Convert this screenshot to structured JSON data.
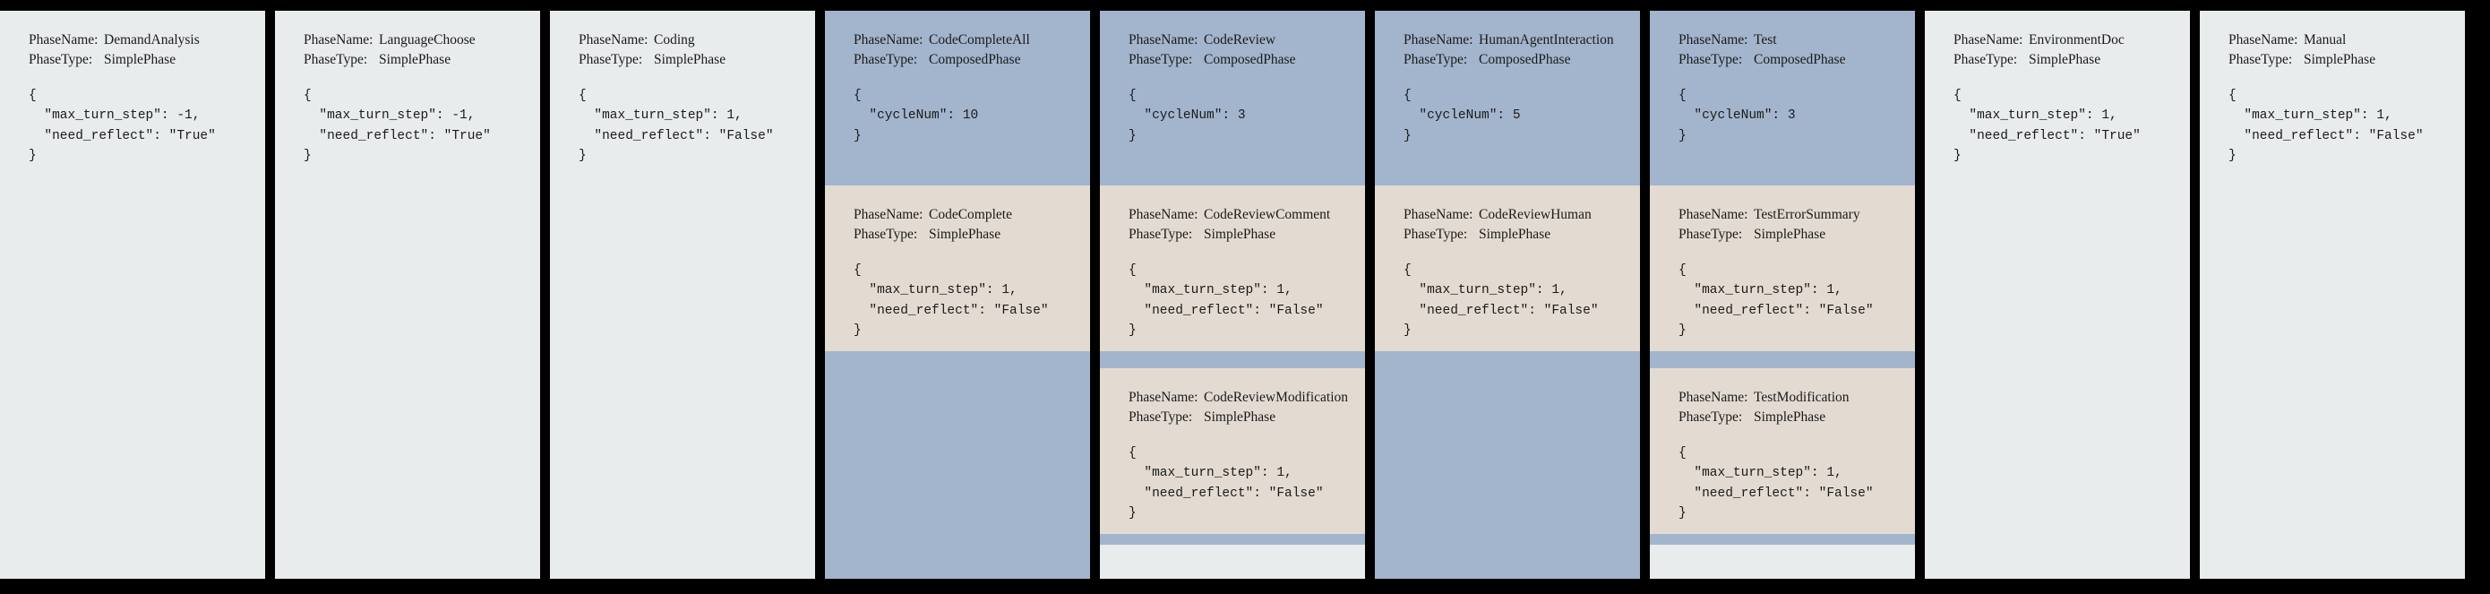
{
  "labels": {
    "phase_name_key": "PhaseName:",
    "phase_type_key": "PhaseType:"
  },
  "colors": {
    "background": "#000000",
    "simple_phase_card": "#e8ecec",
    "composed_phase_header": "#a3b4cd",
    "sub_phase_card": "#e3dbd1",
    "text": "#1a1a1a"
  },
  "columns": [
    {
      "kind": "simple",
      "name": "DemandAnalysis",
      "type": "SimplePhase",
      "json": [
        "{",
        "  \"max_turn_step\": -1,",
        "  \"need_reflect\": \"True\"",
        "}"
      ]
    },
    {
      "kind": "simple",
      "name": "LanguageChoose",
      "type": "SimplePhase",
      "json": [
        "{",
        "  \"max_turn_step\": -1,",
        "  \"need_reflect\": \"True\"",
        "}"
      ]
    },
    {
      "kind": "simple",
      "name": "Coding",
      "type": "SimplePhase",
      "json": [
        "{",
        "  \"max_turn_step\": 1,",
        "  \"need_reflect\": \"False\"",
        "}"
      ]
    },
    {
      "kind": "composed",
      "name": "CodeCompleteAll",
      "type": "ComposedPhase",
      "json": [
        "{",
        "  \"cycleNum\": 10",
        "}"
      ],
      "subphases": [
        {
          "name": "CodeComplete",
          "type": "SimplePhase",
          "json": [
            "{",
            "  \"max_turn_step\": 1,",
            "  \"need_reflect\": \"False\"",
            "}"
          ]
        }
      ]
    },
    {
      "kind": "composed",
      "name": "CodeReview",
      "type": "ComposedPhase",
      "json": [
        "{",
        "  \"cycleNum\": 3",
        "}"
      ],
      "subphases": [
        {
          "name": "CodeReviewComment",
          "type": "SimplePhase",
          "json": [
            "{",
            "  \"max_turn_step\": 1,",
            "  \"need_reflect\": \"False\"",
            "}"
          ]
        },
        {
          "name": "CodeReviewModification",
          "type": "SimplePhase",
          "json": [
            "{",
            "  \"max_turn_step\": 1,",
            "  \"need_reflect\": \"False\"",
            "}"
          ]
        }
      ]
    },
    {
      "kind": "composed",
      "name": "HumanAgentInteraction",
      "type": "ComposedPhase",
      "json": [
        "{",
        "  \"cycleNum\": 5",
        "}"
      ],
      "subphases": [
        {
          "name": "CodeReviewHuman",
          "type": "SimplePhase",
          "json": [
            "{",
            "  \"max_turn_step\": 1,",
            "  \"need_reflect\": \"False\"",
            "}"
          ]
        }
      ]
    },
    {
      "kind": "composed",
      "name": "Test",
      "type": "ComposedPhase",
      "json": [
        "{",
        "  \"cycleNum\": 3",
        "}"
      ],
      "subphases": [
        {
          "name": "TestErrorSummary",
          "type": "SimplePhase",
          "json": [
            "{",
            "  \"max_turn_step\": 1,",
            "  \"need_reflect\": \"False\"",
            "}"
          ]
        },
        {
          "name": "TestModification",
          "type": "SimplePhase",
          "json": [
            "{",
            "  \"max_turn_step\": 1,",
            "  \"need_reflect\": \"False\"",
            "}"
          ]
        }
      ]
    },
    {
      "kind": "simple",
      "name": "EnvironmentDoc",
      "type": "SimplePhase",
      "json": [
        "{",
        "  \"max_turn_step\": 1,",
        "  \"need_reflect\": \"True\"",
        "}"
      ]
    },
    {
      "kind": "simple",
      "name": "Manual",
      "type": "SimplePhase",
      "json": [
        "{",
        "  \"max_turn_step\": 1,",
        "  \"need_reflect\": \"False\"",
        "}"
      ]
    }
  ]
}
